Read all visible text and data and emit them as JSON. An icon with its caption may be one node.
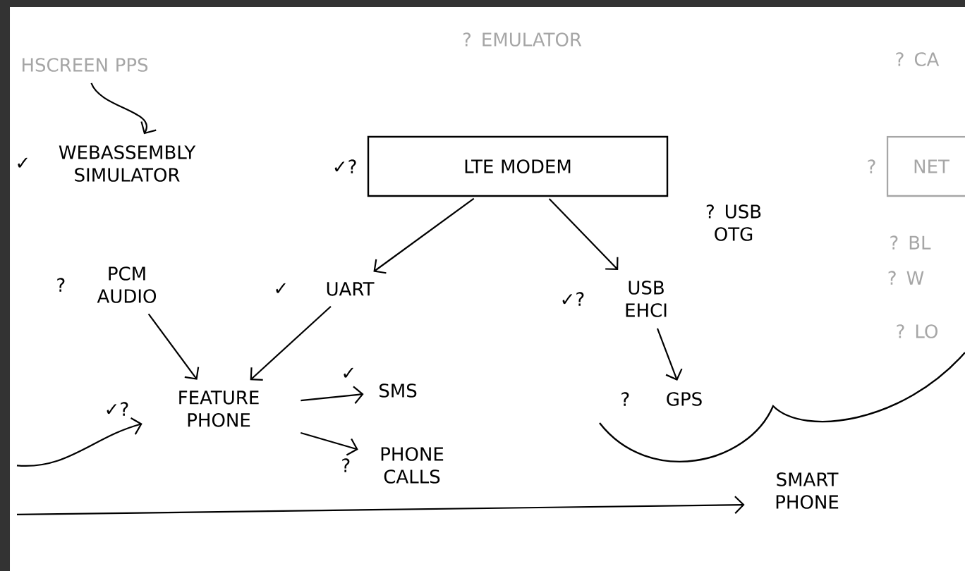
{
  "diagram": {
    "nodes": [
      {
        "text": [
          "HSCREEN PPS"
        ]
      },
      {
        "text": [
          "WEBASSEMBLY SIMULATOR"
        ],
        "beside": [
          "✓"
        ]
      },
      {
        "text": [
          "LTE MODEM"
        ],
        "beside": [
          "✓?"
        ]
      },
      {
        "text": [
          "UART"
        ],
        "beside": [
          "✓"
        ]
      },
      {
        "text": [
          "USB EHCI"
        ],
        "beside": [
          "✓?"
        ]
      },
      {
        "text": [
          "PCM AUDIO"
        ],
        "beside": [
          "?"
        ]
      },
      {
        "text": [
          "FEATURE PHONE"
        ],
        "beside": [
          "✓?"
        ]
      },
      {
        "text": [
          "SMS"
        ],
        "beside": [
          "✓"
        ]
      },
      {
        "text": [
          "PHONE CALLS"
        ],
        "beside": [
          "?"
        ]
      },
      {
        "text": [
          "GPS"
        ],
        "beside": [
          "?"
        ]
      },
      {
        "text": [
          "SMART PHONE"
        ]
      },
      {
        "text": [
          "NET"
        ],
        "beside": [
          "?"
        ]
      }
    ],
    "edges": [
      {
        "from": 0,
        "to": 1,
        "arrow": "to"
      },
      {
        "from": 2,
        "to": 3,
        "arrow": "to"
      },
      {
        "from": 2,
        "to": 4,
        "arrow": "to"
      },
      {
        "from": 3,
        "to": 6,
        "arrow": "to"
      },
      {
        "from": 5,
        "to": 6,
        "arrow": "to"
      },
      {
        "from": 6,
        "to": 7,
        "arrow": "to"
      },
      {
        "from": 6,
        "to": 8,
        "arrow": "to"
      },
      {
        "from": 4,
        "to": 9,
        "arrow": "to"
      },
      {
        "from": null,
        "to": 6,
        "arrow": "to"
      },
      {
        "from": null,
        "to": 10,
        "arrow": "to"
      }
    ],
    "labels": [
      "? EMULATOR",
      "? USB OTG",
      "? CA",
      "? BL",
      "? W",
      "? LO"
    ]
  }
}
